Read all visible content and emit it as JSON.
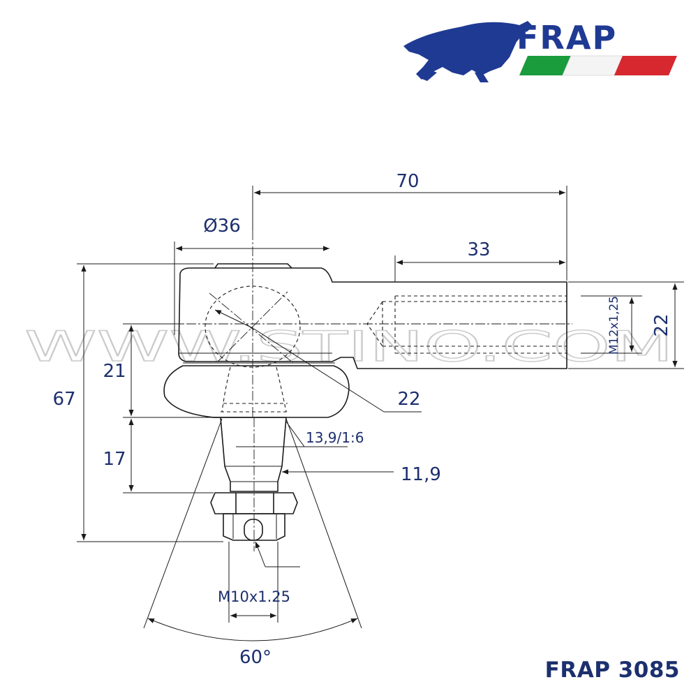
{
  "brand": {
    "logo_text": "FRAP",
    "colors": {
      "blue": "#1f3a93",
      "green": "#1a9b3c",
      "red": "#d7272f"
    }
  },
  "watermark": {
    "text": "WWW.STINO.COM"
  },
  "part_code": "FRAP 3085",
  "dimensions": {
    "overall_length": "70",
    "ball_diameter": "Ø36",
    "thread_depth": "33",
    "body_height": "22",
    "internal_thread": "M12x1,25",
    "overall_height": "67",
    "ball_height": "21",
    "stud_height": "17",
    "center_offset": "22",
    "taper": "13,9/1:6",
    "taper_diameter": "11,9",
    "stud_thread": "M10x1.25",
    "swivel_angle": "60°"
  },
  "colors": {
    "line": "#1a1a1a",
    "dimension_text": "#1c2f6e"
  }
}
